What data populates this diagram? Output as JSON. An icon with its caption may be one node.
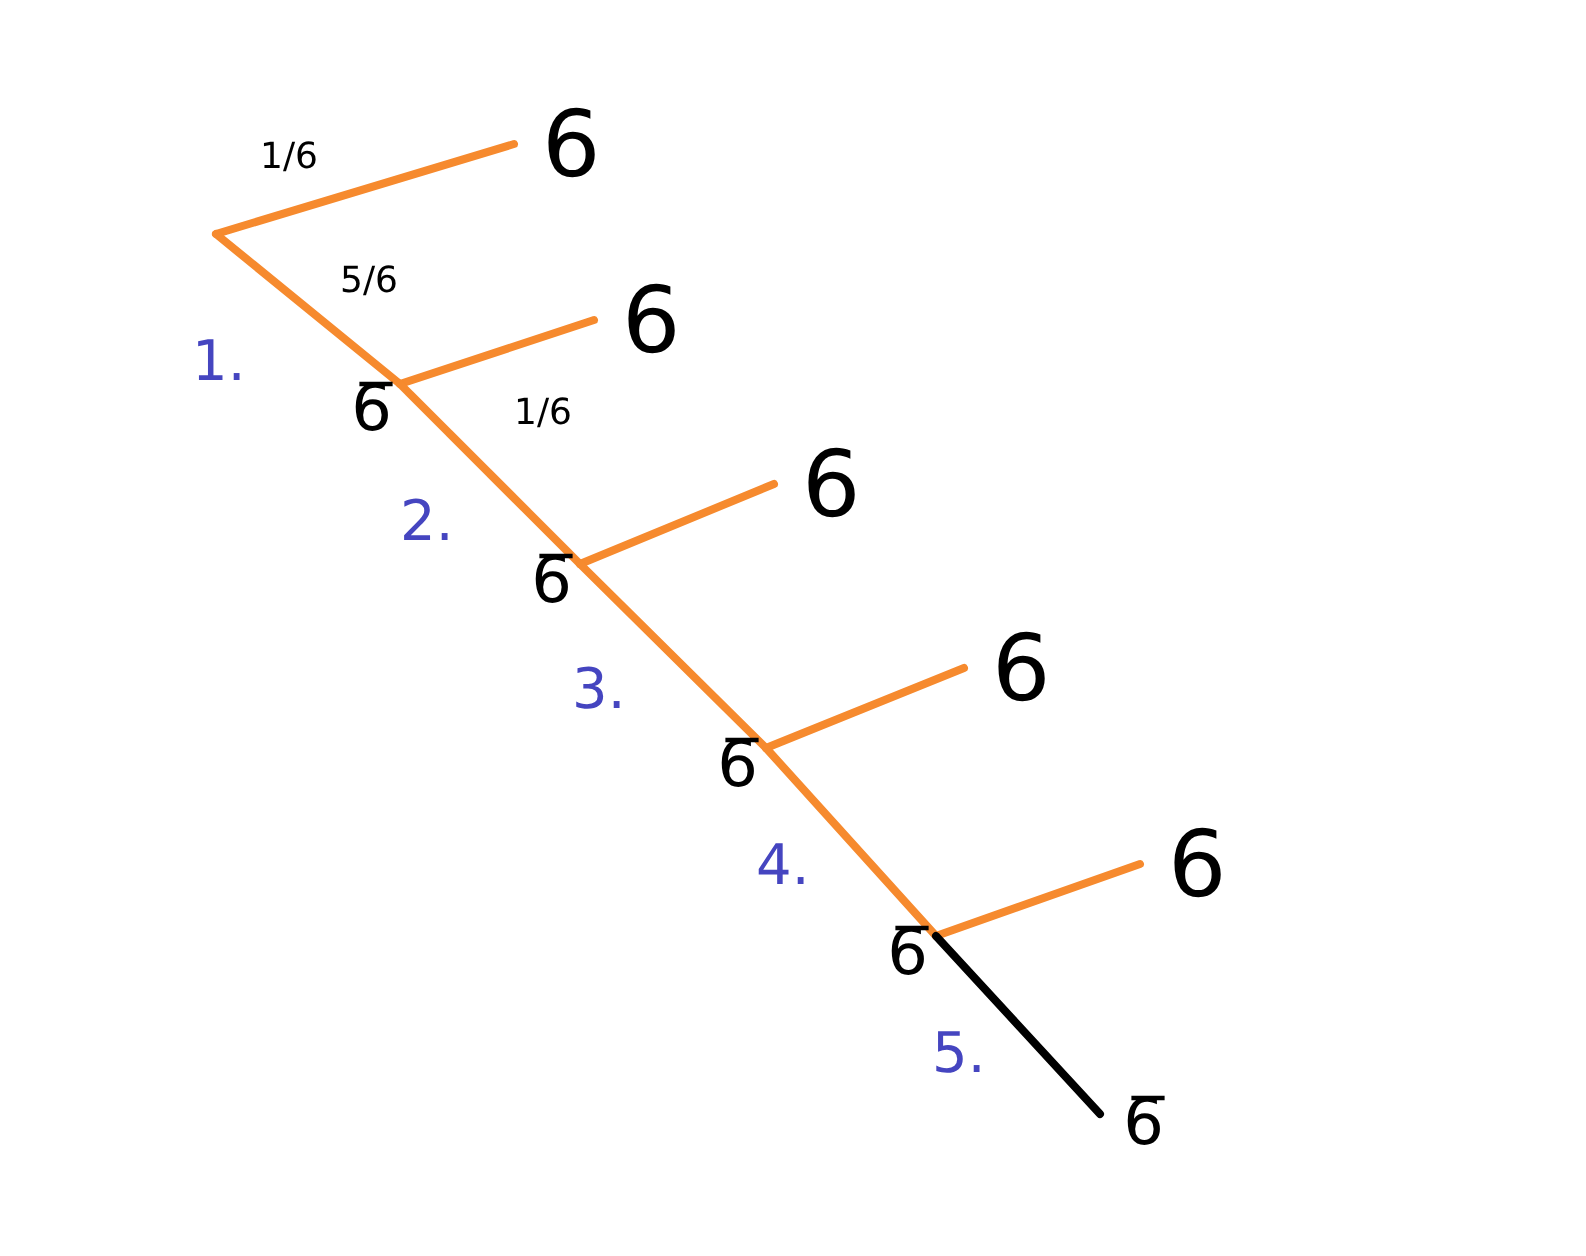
{
  "diagram": {
    "nodes": [
      {
        "text": [
          "6"
        ]
      },
      {
        "text": [
          "6"
        ]
      },
      {
        "text": [
          "6"
        ]
      },
      {
        "text": [
          "6"
        ]
      },
      {
        "text": [
          "6"
        ]
      },
      {
        "text": [
          "6̅"
        ]
      },
      {
        "text": [
          "6̅"
        ]
      },
      {
        "text": [
          "6̅"
        ]
      },
      {
        "text": [
          "6̅"
        ]
      },
      {
        "text": [
          "6̅"
        ]
      }
    ],
    "edges": [
      {
        "from": null,
        "to": 0,
        "arrow": "none",
        "label": "1/6"
      },
      {
        "from": null,
        "to": 5,
        "arrow": "none",
        "label": "5/6"
      },
      {
        "from": 5,
        "to": 1,
        "arrow": "none",
        "label": "1/6"
      },
      {
        "from": 5,
        "to": 6,
        "arrow": "none"
      },
      {
        "from": 6,
        "to": 2,
        "arrow": "none"
      },
      {
        "from": 6,
        "to": 7,
        "arrow": "none"
      },
      {
        "from": 7,
        "to": 3,
        "arrow": "none"
      },
      {
        "from": 7,
        "to": 8,
        "arrow": "none"
      },
      {
        "from": 8,
        "to": 4,
        "arrow": "none"
      },
      {
        "from": 8,
        "to": 9,
        "arrow": "none",
        "color": "#000000"
      }
    ],
    "labels": [
      "1.",
      "2.",
      "3.",
      "4.",
      "5."
    ]
  }
}
